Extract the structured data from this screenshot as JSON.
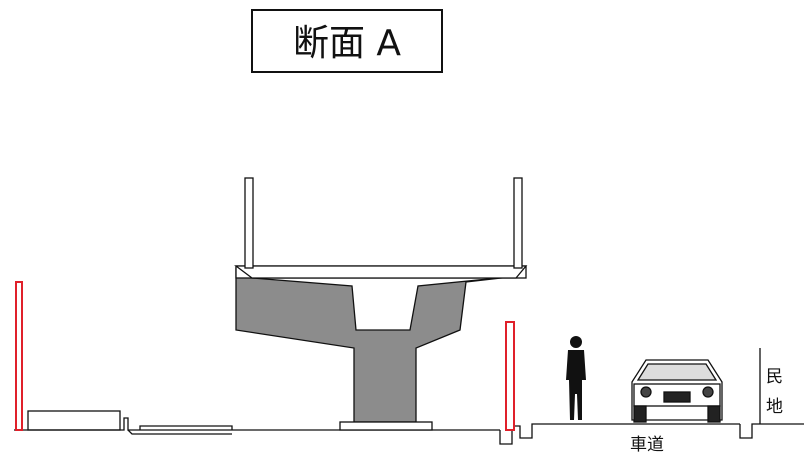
{
  "title": "断面 A",
  "labels": {
    "private_land_1": "民",
    "private_land_2": "地",
    "roadway": "車道"
  },
  "colors": {
    "outline": "#111111",
    "concrete_fill": "#8c8c8c",
    "red_post": "#e0202a",
    "background": "#ffffff"
  },
  "icons": {
    "person": "person-silhouette-icon",
    "car": "car-front-icon"
  }
}
